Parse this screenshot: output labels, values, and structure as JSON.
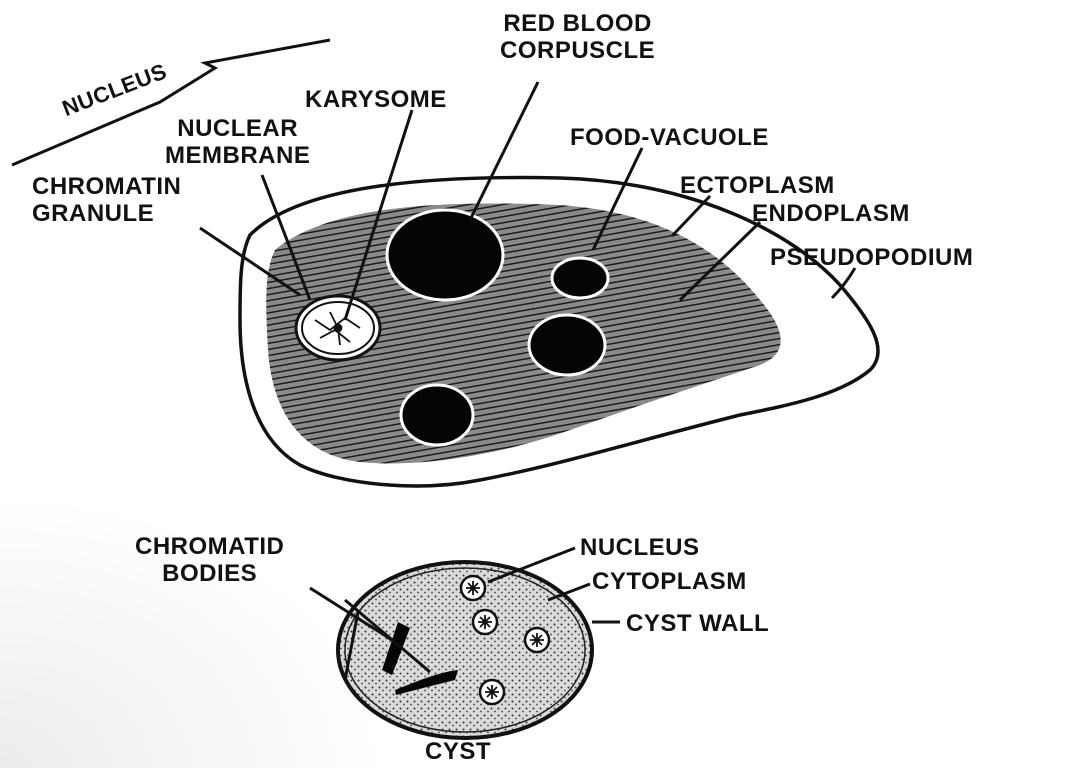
{
  "labels": {
    "nucleus_top": "NUCLEUS",
    "red_blood_corpuscle": [
      "RED BLOOD",
      "CORPUSCLE"
    ],
    "karysome": "KARYSOME",
    "nuclear_membrane": [
      "NUCLEAR",
      "MEMBRANE"
    ],
    "chromatin_granule": [
      "CHROMATIN",
      "GRANULE"
    ],
    "food_vacuole": "FOOD-VACUOLE",
    "ectoplasm": "ECTOPLASM",
    "endoplasm": "ENDOPLASM",
    "pseudopodium": "PSEUDOPODIUM",
    "chromatid_bodies": [
      "CHROMATID",
      "BODIES"
    ],
    "nucleus_cyst": "NUCLEUS",
    "cytoplasm": "CYTOPLASM",
    "cyst_wall": "CYST WALL",
    "cyst": "CYST"
  },
  "colors": {
    "ink": "#111111",
    "endoplasm_fill": "#7a7a7a",
    "cyst_fill": "#cfcfcf",
    "paper": "#ffffff"
  }
}
